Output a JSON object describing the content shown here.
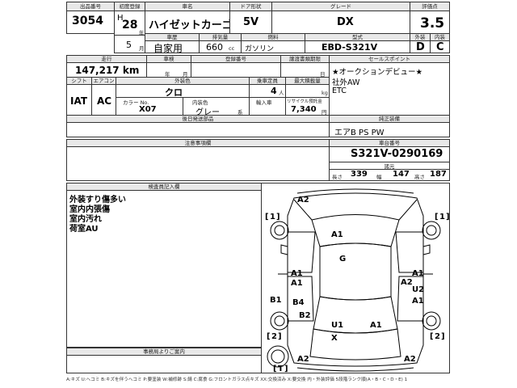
{
  "header": {
    "lot": {
      "label": "出品番号",
      "value": "3054"
    },
    "first_reg": {
      "label": "初度登録",
      "era": "H",
      "year": "28",
      "year_unit": "年",
      "month": "5",
      "month_unit": "月"
    },
    "car_name": {
      "label": "車名",
      "value": "ハイゼットカーゴ"
    },
    "doors": {
      "label": "ドア形状",
      "value": "5V"
    },
    "grade": {
      "label": "グレード",
      "value": "DX"
    },
    "score": {
      "label": "評価点",
      "value": "3.5"
    },
    "category": {
      "label": "車歴",
      "value": "自家用"
    },
    "cc": {
      "label": "排気量",
      "value": "660",
      "unit": "cc"
    },
    "fuel": {
      "label": "燃料",
      "value": "ガソリン"
    },
    "model": {
      "label": "型式",
      "value": "EBD-S321V"
    },
    "ext_score": {
      "label": "外装",
      "value": "D"
    },
    "int_score": {
      "label": "内装",
      "value": "C"
    }
  },
  "row2": {
    "mileage": {
      "label": "走行",
      "value": "147,217 km"
    },
    "inspection": {
      "label": "車検",
      "year_unit": "年",
      "month_unit": "月"
    },
    "registration": {
      "label": "登録番号"
    },
    "transfer": {
      "label": "譲渡書類期限",
      "day_unit": "日"
    },
    "shift": {
      "label": "シフト",
      "value": "IAT"
    },
    "ac": {
      "label": "エアコン",
      "value": "AC"
    },
    "color": {
      "label": "外装色",
      "value": "クロ",
      "code_label": "カラー No.",
      "code": "X07",
      "int_label": "内装色",
      "int_value": "グレー",
      "int_unit": "系"
    },
    "capacity": {
      "label": "乗車定員",
      "value": "4",
      "unit": "人",
      "import_label": "輸入車"
    },
    "payload": {
      "label": "最大積載量",
      "unit": "kg",
      "recycle_label": "リサイクル預託金",
      "recycle_value": "7,340",
      "recycle_unit": "円"
    },
    "aftermarket": {
      "label": "後日発送部品"
    }
  },
  "sales": {
    "label": "セールスポイント",
    "lines": [
      "★オークションデビュー★",
      "社外AW",
      "ETC"
    ]
  },
  "equipment": {
    "label": "純正装備",
    "value": "エアB PS PW"
  },
  "notes": {
    "label": "注意事項欄"
  },
  "chassis": {
    "label": "車台番号",
    "value": "S321V-0290169"
  },
  "dimensions": {
    "label": "諸元",
    "length_label": "長さ",
    "length": "339",
    "width_label": "幅",
    "width": "147",
    "height_label": "高さ",
    "height": "187"
  },
  "inspector": {
    "label": "検査員記入欄",
    "lines": [
      "外装すり傷多い",
      "室内内張傷",
      "室内汚れ",
      "荷室AU"
    ]
  },
  "office": {
    "label": "事務局よりご案内"
  },
  "map": {
    "marks": [
      "A2",
      "A1",
      "G",
      "A1",
      "A1",
      "A2",
      "U2",
      "B1",
      "B4",
      "A1",
      "A1",
      "B2",
      "U1",
      "A1",
      "X",
      "A2",
      "A2"
    ],
    "wheels": [
      "1",
      "1",
      "2",
      "2"
    ],
    "tire_marker": "T"
  },
  "footer": {
    "legend": "A:キズ U:ヘコミ B:キズを伴うヘコミ P:要塗装 W:補修跡 S:錆 C:腐食 G:フロントガラス点キズ XX:交換済み X:要交換 内・外装評価 5段階ランク順(A・B・C・D・E) 1"
  }
}
